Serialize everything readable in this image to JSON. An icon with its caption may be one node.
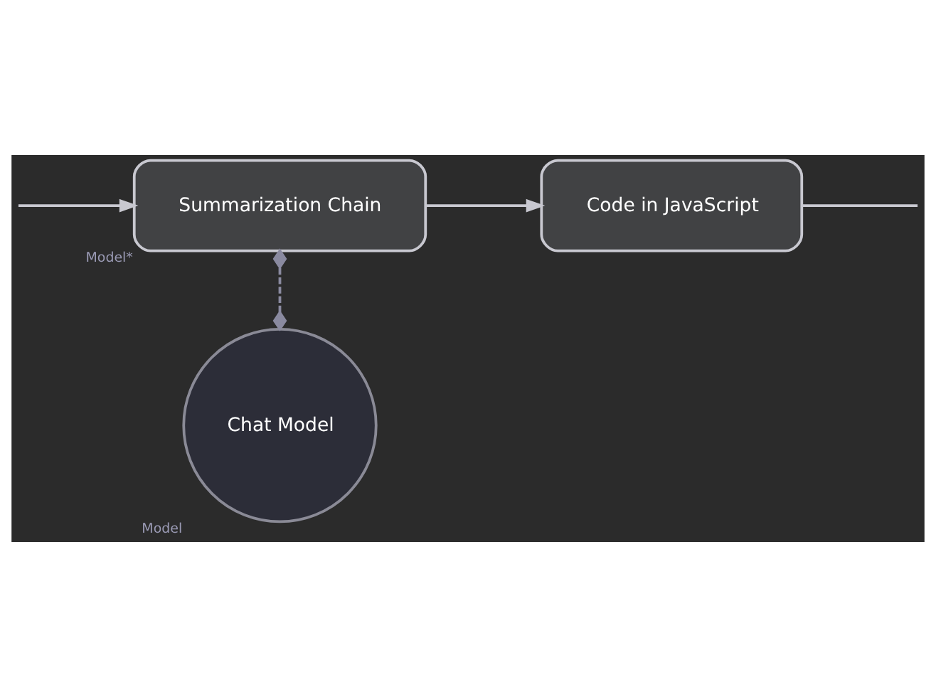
{
  "diagram": {
    "nodes": [
      {
        "text": [
          "Summarization Chain"
        ],
        "beside": [
          "Model*"
        ]
      },
      {
        "text": [
          "Code in JavaScript"
        ]
      },
      {
        "text": [
          "Chat Model"
        ],
        "beside": [
          "Model"
        ]
      }
    ],
    "edges": [
      {
        "from": null,
        "to": 0,
        "arrow": "to"
      },
      {
        "from": 0,
        "to": 1,
        "arrow": "to"
      },
      {
        "from": 1,
        "to": null,
        "arrow": "none"
      },
      {
        "from": 2,
        "to": 0,
        "arrow": "other",
        "style": "dashed",
        "color": "#8a8aa0"
      }
    ]
  }
}
